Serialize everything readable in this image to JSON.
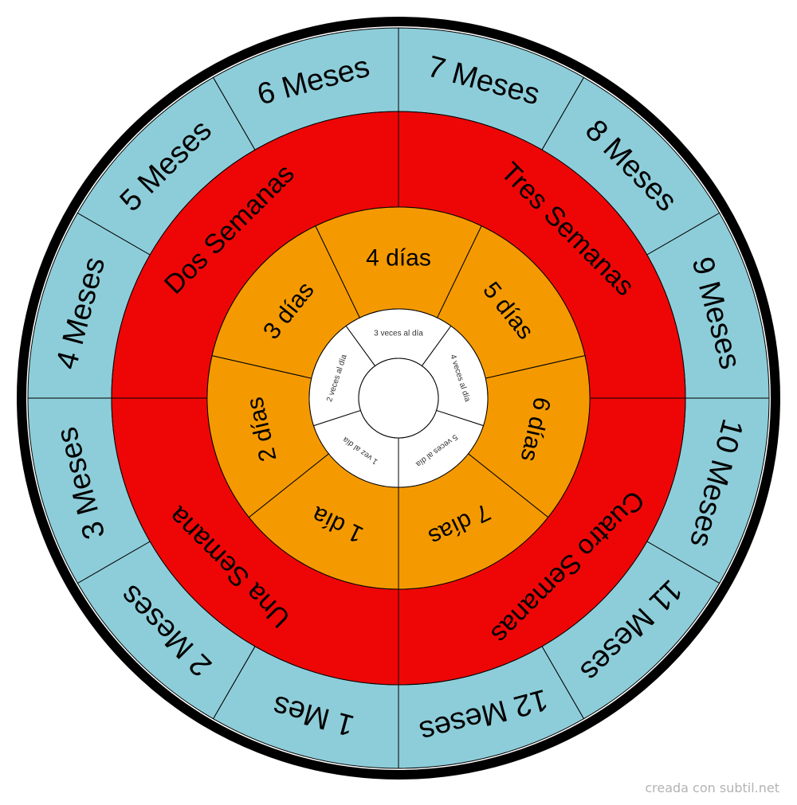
{
  "rings": [
    {
      "id": "months",
      "color": "#8dcdd9",
      "labels": [
        "1 Mes",
        "2 Meses",
        "3 Meses",
        "4 Meses",
        "5 Meses",
        "6 Meses",
        "7 Meses",
        "8 Meses",
        "9 Meses",
        "10 Meses",
        "11 Meses",
        "12 Meses"
      ]
    },
    {
      "id": "weeks",
      "color": "#ee0606",
      "labels": [
        "Una Semana",
        "Dos Semanas",
        "Tres Semanas",
        "Cuatro Semanas"
      ]
    },
    {
      "id": "days",
      "color": "#f49a00",
      "labels": [
        "1 día",
        "2 días",
        "3 días",
        "4 días",
        "5 días",
        "6 días",
        "7 días"
      ]
    },
    {
      "id": "times-per-day",
      "color": "#ffffff",
      "labels": [
        "1 vez al día",
        "2 veces al día",
        "3 veces al día",
        "4 veces al día",
        "5 veces al día"
      ]
    }
  ],
  "center_color": "#ffffff",
  "outline_color": "#000000",
  "footer": "creada con subtil.net"
}
